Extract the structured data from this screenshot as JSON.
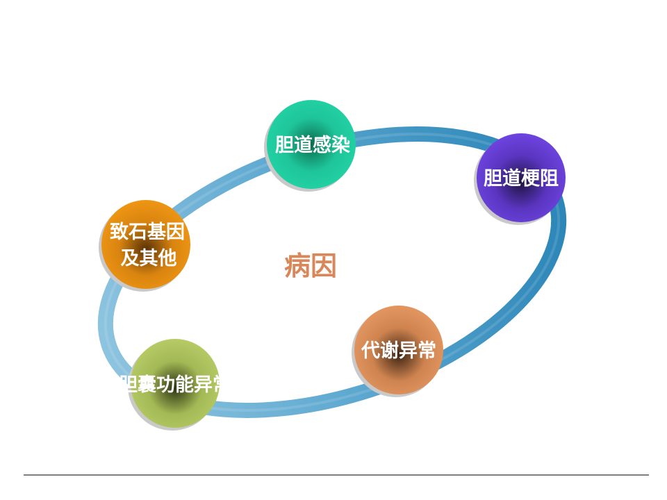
{
  "diagram": {
    "center_label": "病因",
    "nodes": [
      {
        "id": "infection",
        "line1": "胆道感染",
        "line2": "",
        "color": "#1fc59a"
      },
      {
        "id": "obstruction",
        "line1": "胆道梗阻",
        "line2": "",
        "color": "#6a3fd6"
      },
      {
        "id": "genes",
        "line1": "致石基因",
        "line2": "及其他",
        "color": "#e08a10"
      },
      {
        "id": "metabolic",
        "line1": "代谢异常",
        "line2": "",
        "color": "#d98a55"
      },
      {
        "id": "gallbladder",
        "line1": "胆囊功能异常",
        "line2": "",
        "color": "#a9c05b"
      }
    ],
    "colors": {
      "ring": "#3a8fbe",
      "ring_light": "#7db8d8",
      "center_text": "#d9875a",
      "bottom_rule": "#333333"
    }
  }
}
